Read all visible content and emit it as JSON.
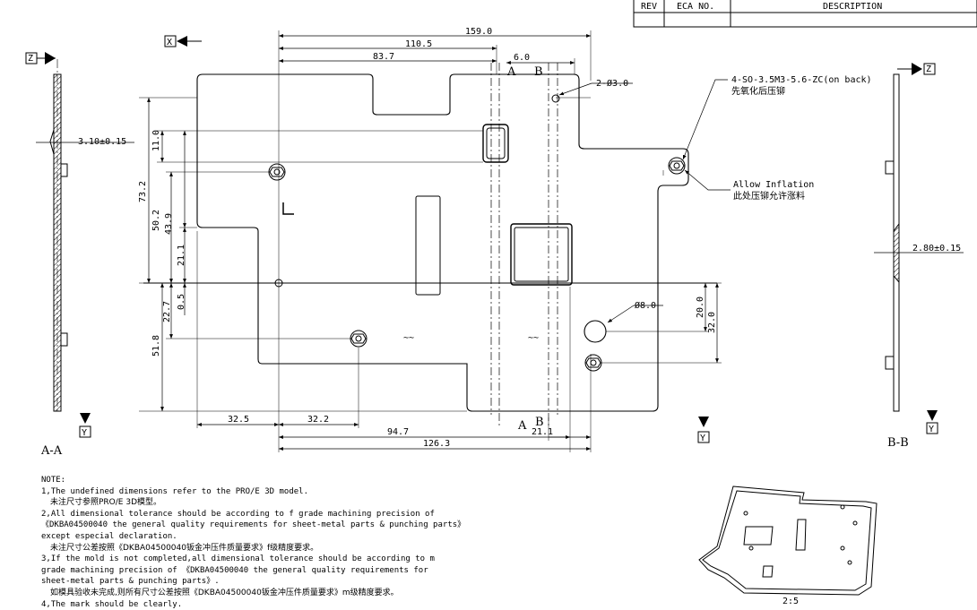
{
  "revision_table": {
    "headers": [
      "REV",
      "ECA NO.",
      "DESCRIPTION"
    ]
  },
  "axis_labels": {
    "z_left": "Z",
    "x_top": "X",
    "y_left": "Y",
    "y_bottom": "Y",
    "z_right": "Z",
    "y_right": "Y"
  },
  "dimensions": {
    "d159": "159.0",
    "d110": "110.5",
    "d83": "83.7",
    "d6": "6.0",
    "sec_a_top": "A",
    "sec_b_top": "B",
    "sec_a_bot": "A",
    "sec_b_bot": "B",
    "hole2": "2-Ø3.0",
    "d11": "11.0",
    "d73": "73.2",
    "d50": "50.2",
    "d43": "43.9",
    "d21v": "21.1",
    "d05": "0.5",
    "d22": "22.7",
    "d51": "51.8",
    "d32_5": "32.5",
    "d32_2": "32.2",
    "d94": "94.7",
    "d126": "126.3",
    "d21h": "21.1",
    "dia8": "Ø8.0",
    "d20": "20.0",
    "d32v": "32.0",
    "thk_left": "3.10±0.15",
    "thk_right": "2.80±0.15",
    "tilde1": "~~",
    "tilde2": "~~",
    "corner_mark": "L"
  },
  "callouts": {
    "stud_en": "4-SO-3.5M3-5.6-ZC(on back)",
    "stud_cn": "先氧化后压铆",
    "inflation_en": "Allow Inflation",
    "inflation_cn": "此处压铆允许涨料"
  },
  "section_labels": {
    "aa": "A-A",
    "bb": "B-B"
  },
  "iso_scale": "2:5",
  "notes": {
    "title": "NOTE:",
    "n1_en": "1,The undefined dimensions refer to the PRO/E 3D model.",
    "n1_cn": "未注尺寸参照PRO/E 3D模型。",
    "n2_en1": "2,All dimensional tolerance should be according to f grade machining precision of",
    "n2_en2": "《DKBA04500040 the general quality requirements for sheet-metal parts & punching parts》",
    "n2_en3": "except especial declaration.",
    "n2_cn": "未注尺寸公差按照《DKBA04500040钣金冲压件质量要求》f级精度要求。",
    "n3_en1": "3,If the mold is not completed,all dimensional tolerance should be according to m",
    "n3_en2": "grade machining precision of 《DKBA04500040 the general quality requirements for",
    "n3_en3": "sheet-metal parts & punching parts》.",
    "n3_cn": "如模具验收未完成,则所有尺寸公差按照《DKBA04500040钣金冲压件质量要求》m级精度要求。",
    "n4_en": "4,The mark should be clearly."
  }
}
